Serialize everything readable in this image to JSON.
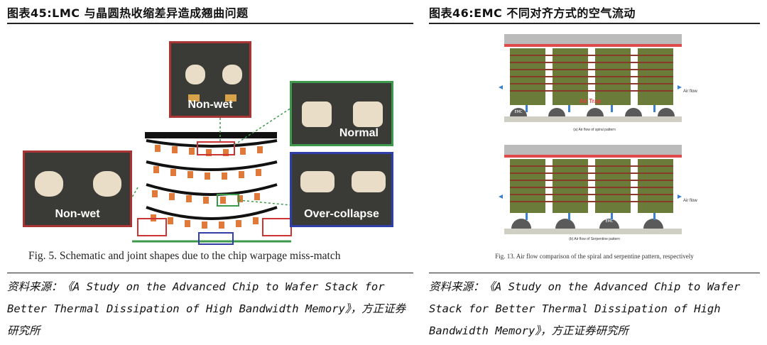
{
  "left": {
    "title": "图表45:LMC 与晶圆热收缩差异造成翘曲问题",
    "labels": {
      "non_wet_top": "Non-wet",
      "normal": "Normal",
      "non_wet_left": "Non-wet",
      "over_collapse": "Over-collapse"
    },
    "caption": "Fig. 5. Schematic and joint shapes due to the chip warpage miss-match",
    "source": "资料来源：《A Study on the Advanced Chip to Wafer Stack for Better Thermal Dissipation of High Bandwidth Memory》，方正证券研究所"
  },
  "right": {
    "title": "图表46:EMC 不同对齐方式的空气流动",
    "emc_label": "EMC",
    "air_flow_label": "Air flow",
    "air_trap_label": "Air Trap",
    "sub_caption_a": "(a) Air flow of spiral pattern",
    "sub_caption_b": "(b) Air flow of Serpentine pattern",
    "caption": "Fig. 13. Air flow comparison of the spiral and serpentine pattern, respectively",
    "source": "资料来源：《A Study on the Advanced Chip to Wafer Stack for Better Thermal Dissipation of High Bandwidth Memory》，方正证券研究所"
  }
}
